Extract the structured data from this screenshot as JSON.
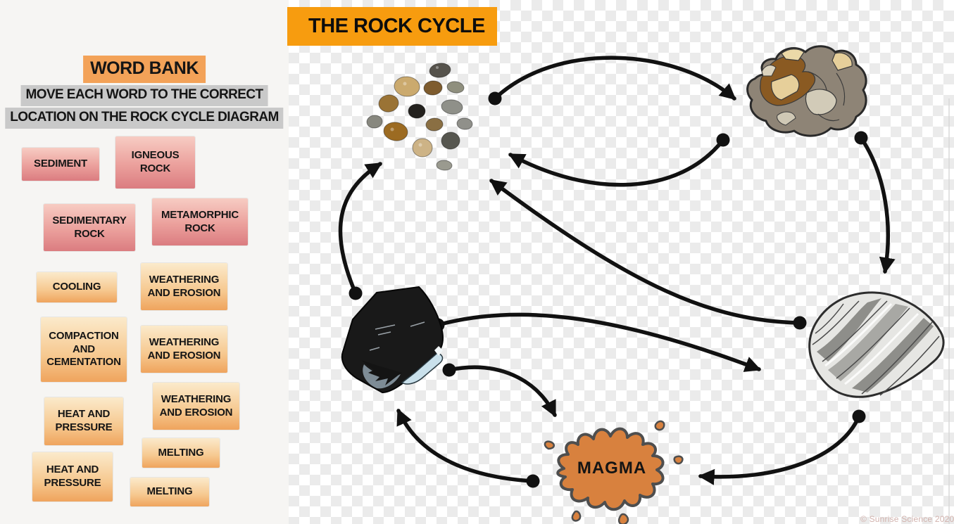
{
  "word_bank": {
    "title": "WORD BANK",
    "instructions_line1": "MOVE EACH WORD TO THE CORRECT",
    "instructions_line2": "LOCATION ON THE ROCK CYCLE DIAGRAM",
    "tiles": [
      {
        "label": "SEDIMENT",
        "category": "rock"
      },
      {
        "label": "IGNEOUS ROCK",
        "category": "rock"
      },
      {
        "label": "SEDIMENTARY ROCK",
        "category": "rock"
      },
      {
        "label": "METAMORPHIC ROCK",
        "category": "rock"
      },
      {
        "label": "COOLING",
        "category": "process"
      },
      {
        "label": "WEATHERING AND EROSION",
        "category": "process"
      },
      {
        "label": "COMPACTION AND CEMENTATION",
        "category": "process"
      },
      {
        "label": "WEATHERING AND EROSION",
        "category": "process"
      },
      {
        "label": "HEAT AND PRESSURE",
        "category": "process"
      },
      {
        "label": "WEATHERING AND EROSION",
        "category": "process"
      },
      {
        "label": "MELTING",
        "category": "process"
      },
      {
        "label": "HEAT AND PRESSURE",
        "category": "process"
      },
      {
        "label": "MELTING",
        "category": "process"
      }
    ]
  },
  "diagram": {
    "title": "THE ROCK CYCLE",
    "magma_label": "MAGMA",
    "nodes": [
      "sediment",
      "sedimentary rock",
      "metamorphic rock",
      "igneous rock",
      "magma"
    ],
    "arrows": [
      {
        "from": "sediment",
        "to": "sedimentary rock"
      },
      {
        "from": "sedimentary rock",
        "to": "sediment"
      },
      {
        "from": "sedimentary rock",
        "to": "metamorphic rock"
      },
      {
        "from": "metamorphic rock",
        "to": "sediment"
      },
      {
        "from": "igneous rock",
        "to": "metamorphic rock"
      },
      {
        "from": "igneous rock",
        "to": "sediment"
      },
      {
        "from": "igneous rock",
        "to": "magma"
      },
      {
        "from": "magma",
        "to": "igneous rock"
      },
      {
        "from": "metamorphic rock",
        "to": "magma"
      }
    ],
    "watermark": "© Sunrise Science 2020"
  },
  "colors": {
    "banner_orange": "#f79c0f",
    "word_bank_highlight": "#f3a258",
    "instructions_highlight": "#c9c9c9",
    "rock_tile_top": "#f7ccc3",
    "rock_tile_bottom": "#db7c80",
    "process_tile_top": "#fbeacb",
    "process_tile_bottom": "#efa45d",
    "magma_fill": "#d8813e",
    "arrow_black": "#111111"
  }
}
